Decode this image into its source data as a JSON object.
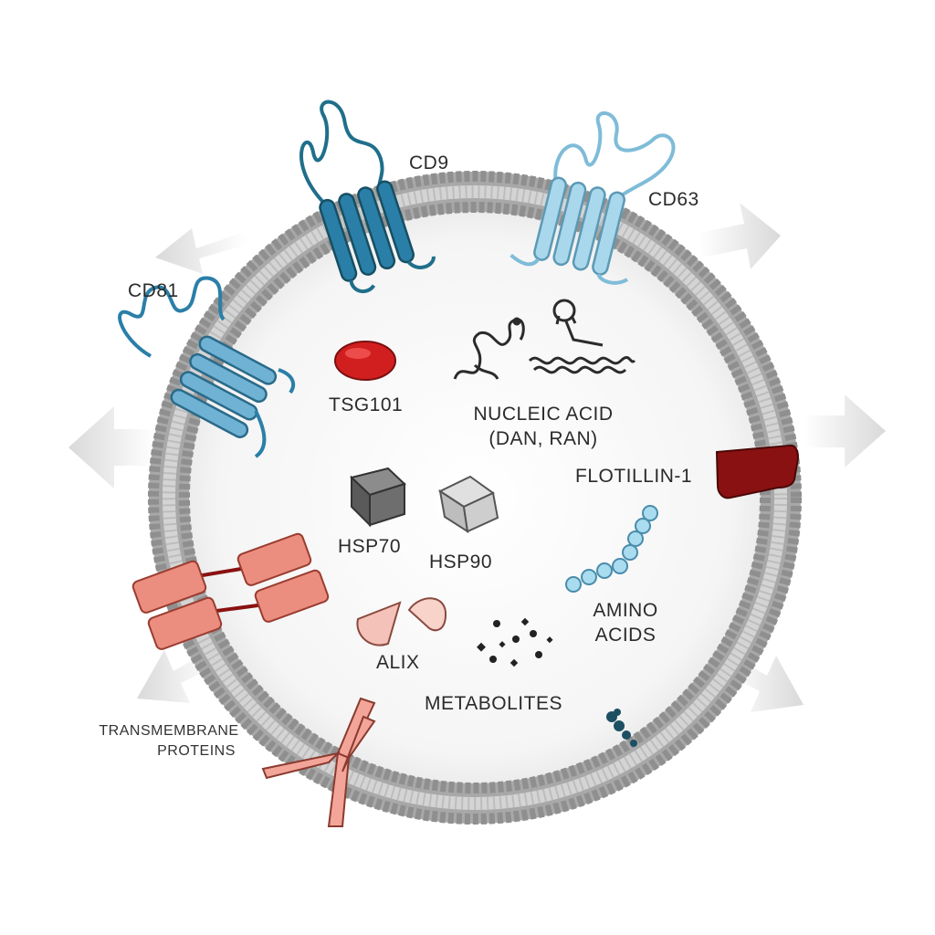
{
  "labels": {
    "cd9": "CD9",
    "cd63": "CD63",
    "cd81": "CD81",
    "tsg101": "TSG101",
    "nucleic_acid_line1": "NUCLEIC ACID",
    "nucleic_acid_line2": "(DAN, RAN)",
    "flotillin": "FLOTILLIN-1",
    "hsp70": "HSP70",
    "hsp90": "HSP90",
    "amino_acids_line1": "AMINO",
    "amino_acids_line2": "ACIDS",
    "alix": "ALIX",
    "metabolites": "METABOLITES",
    "transmembrane_line1": "TRANSMEMBRANE",
    "transmembrane_line2": "PROTEINS"
  },
  "colors": {
    "membrane": "#9a9a9a",
    "interior": "#f2f2f2",
    "cd9": "#1f6f8b",
    "cd63": "#9fd0e6",
    "cd81": "#2a7fa8",
    "tsg101": "#d11f1f",
    "flotillin": "#8a1111",
    "hsp70": "#6e6e6e",
    "hsp90": "#c9c9c9",
    "amino": "#a9dcef",
    "alix": "#f4c2b8",
    "transmembrane": "#eb8e80",
    "arrow": "#e6e6e6"
  }
}
